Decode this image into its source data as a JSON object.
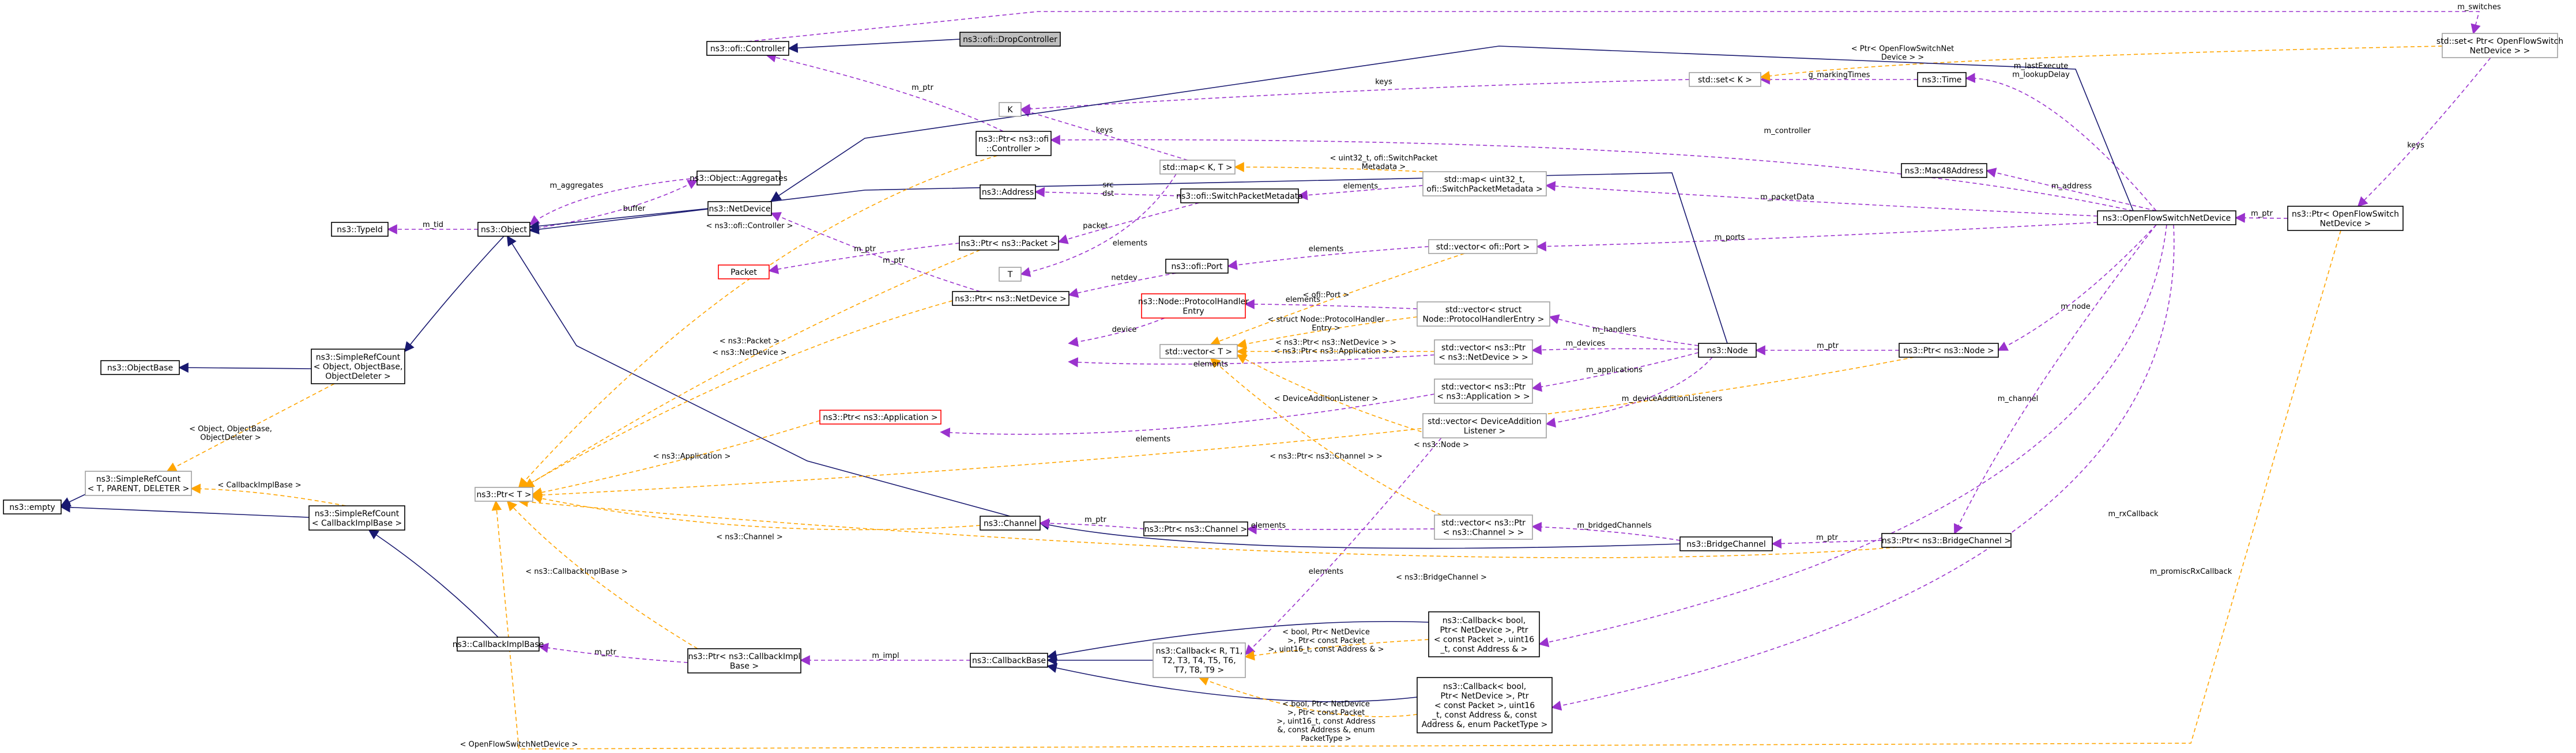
{
  "nodes": [
    {
      "id": "drop",
      "lines": [
        "ns3::ofi::DropController"
      ],
      "style": "sel"
    },
    {
      "id": "controller",
      "lines": [
        "ns3::ofi::Controller"
      ],
      "style": "black"
    },
    {
      "id": "ptr_controller",
      "lines": [
        "ns3::Ptr< ns3::ofi",
        "::Controller >"
      ],
      "style": "black"
    },
    {
      "id": "K",
      "lines": [
        "K"
      ],
      "style": "gray"
    },
    {
      "id": "map",
      "lines": [
        "std::map< K, T >"
      ],
      "style": "gray"
    },
    {
      "id": "address",
      "lines": [
        "ns3::Address"
      ],
      "style": "black"
    },
    {
      "id": "spm",
      "lines": [
        "ns3::ofi::SwitchPacketMetadata"
      ],
      "style": "black"
    },
    {
      "id": "aggregates",
      "lines": [
        "ns3::Object::Aggregates"
      ],
      "style": "black"
    },
    {
      "id": "netdevice",
      "lines": [
        "ns3::NetDevice"
      ],
      "style": "black"
    },
    {
      "id": "typeid",
      "lines": [
        "ns3::TypeId"
      ],
      "style": "black"
    },
    {
      "id": "object",
      "lines": [
        "ns3::Object"
      ],
      "style": "black"
    },
    {
      "id": "ptr_packet",
      "lines": [
        "ns3::Ptr< ns3::Packet >"
      ],
      "style": "black"
    },
    {
      "id": "packet",
      "lines": [
        "Packet"
      ],
      "style": "red"
    },
    {
      "id": "T",
      "lines": [
        "T"
      ],
      "style": "gray"
    },
    {
      "id": "ofiport",
      "lines": [
        "ns3::ofi::Port"
      ],
      "style": "black"
    },
    {
      "id": "protohandler",
      "lines": [
        "ns3::Node::ProtocolHandler",
        "Entry"
      ],
      "style": "red"
    },
    {
      "id": "ptr_netdevice",
      "lines": [
        "ns3::Ptr< ns3::NetDevice >"
      ],
      "style": "black"
    },
    {
      "id": "vectorT",
      "lines": [
        "std::vector< T >"
      ],
      "style": "gray"
    },
    {
      "id": "objectbase",
      "lines": [
        "ns3::ObjectBase"
      ],
      "style": "black"
    },
    {
      "id": "srcountobj",
      "lines": [
        "ns3::SimpleRefCount",
        "< Object, ObjectBase,",
        "ObjectDeleter >"
      ],
      "style": "black"
    },
    {
      "id": "srcount_t",
      "lines": [
        "ns3::SimpleRefCount",
        "< T, PARENT, DELETER >"
      ],
      "style": "gray"
    },
    {
      "id": "empty",
      "lines": [
        "ns3::empty"
      ],
      "style": "black"
    },
    {
      "id": "srcount_cb",
      "lines": [
        "ns3::SimpleRefCount",
        "< CallbackImplBase >"
      ],
      "style": "black"
    },
    {
      "id": "ptrT",
      "lines": [
        "ns3::Ptr< T >"
      ],
      "style": "gray"
    },
    {
      "id": "ptr_app",
      "lines": [
        "ns3::Ptr< ns3::Application >"
      ],
      "style": "red"
    },
    {
      "id": "channel",
      "lines": [
        "ns3::Channel"
      ],
      "style": "black"
    },
    {
      "id": "ptr_channel",
      "lines": [
        "ns3::Ptr< ns3::Channel >"
      ],
      "style": "black"
    },
    {
      "id": "cbimplbase",
      "lines": [
        "ns3::CallbackImplBase"
      ],
      "style": "black"
    },
    {
      "id": "ptr_cbimpl",
      "lines": [
        "ns3::Ptr< ns3::CallbackImpl",
        "Base >"
      ],
      "style": "black"
    },
    {
      "id": "cbbase",
      "lines": [
        "ns3::CallbackBase"
      ],
      "style": "black"
    },
    {
      "id": "cb_t",
      "lines": [
        "ns3::Callback< R, T1,",
        "T2, T3, T4, T5, T6,",
        "T7, T8, T9 >"
      ],
      "style": "gray"
    },
    {
      "id": "set",
      "lines": [
        "std::set< K >"
      ],
      "style": "gray"
    },
    {
      "id": "time",
      "lines": [
        "ns3::Time"
      ],
      "style": "black"
    },
    {
      "id": "setptr",
      "lines": [
        "std::set< Ptr< OpenFlowSwitch",
        "NetDevice > >"
      ],
      "style": "gray"
    },
    {
      "id": "mac48",
      "lines": [
        "ns3::Mac48Address"
      ],
      "style": "black"
    },
    {
      "id": "ofswitch",
      "lines": [
        "ns3::OpenFlowSwitchNetDevice"
      ],
      "style": "black"
    },
    {
      "id": "ptr_ofswitch",
      "lines": [
        "ns3::Ptr< OpenFlowSwitch",
        "NetDevice >"
      ],
      "style": "black"
    },
    {
      "id": "mapuint",
      "lines": [
        "std::map< uint32_t,",
        "ofi::SwitchPacketMetadata >"
      ],
      "style": "gray"
    },
    {
      "id": "vecport",
      "lines": [
        "std::vector< ofi::Port >"
      ],
      "style": "gray"
    },
    {
      "id": "vecphe",
      "lines": [
        "std::vector< struct",
        "Node::ProtocolHandlerEntry >"
      ],
      "style": "gray"
    },
    {
      "id": "vecnd",
      "lines": [
        "std::vector< ns3::Ptr",
        "< ns3::NetDevice > >"
      ],
      "style": "gray"
    },
    {
      "id": "vecapp",
      "lines": [
        "std::vector< ns3::Ptr",
        "< ns3::Application > >"
      ],
      "style": "gray"
    },
    {
      "id": "vecdal",
      "lines": [
        "std::vector< DeviceAddition",
        "Listener >"
      ],
      "style": "gray"
    },
    {
      "id": "node",
      "lines": [
        "ns3::Node"
      ],
      "style": "black"
    },
    {
      "id": "ptr_node",
      "lines": [
        "ns3::Ptr< ns3::Node >"
      ],
      "style": "black"
    },
    {
      "id": "vecch",
      "lines": [
        "std::vector< ns3::Ptr",
        "< ns3::Channel > >"
      ],
      "style": "gray"
    },
    {
      "id": "bridgech",
      "lines": [
        "ns3::BridgeChannel"
      ],
      "style": "black"
    },
    {
      "id": "ptr_bridgech",
      "lines": [
        "ns3::Ptr< ns3::BridgeChannel >"
      ],
      "style": "black"
    },
    {
      "id": "cb_rx",
      "lines": [
        "ns3::Callback< bool,",
        "Ptr< NetDevice >, Ptr",
        "< const Packet >, uint16",
        "_t, const Address & >"
      ],
      "style": "black"
    },
    {
      "id": "cb_prom",
      "lines": [
        "ns3::Callback< bool,",
        "Ptr< NetDevice >, Ptr",
        "< const Packet >, uint16",
        "_t, const Address &, const",
        "Address &, enum PacketType >"
      ],
      "style": "black"
    }
  ],
  "edges": [
    {
      "from": "drop",
      "to": "controller",
      "kind": "inherit",
      "labels": []
    },
    {
      "from": "controller",
      "to": "setptr",
      "kind": "member",
      "labels": [
        "m_switches"
      ]
    },
    {
      "from": "ptr_controller",
      "to": "controller",
      "kind": "member",
      "labels": [
        "m_ptr"
      ]
    },
    {
      "from": "ofswitch",
      "to": "ptr_controller",
      "kind": "member",
      "labels": [
        "m_controller"
      ]
    },
    {
      "from": "map",
      "to": "K",
      "kind": "member",
      "labels": [
        "keys"
      ]
    },
    {
      "from": "set",
      "to": "K",
      "kind": "member",
      "labels": [
        "keys"
      ]
    },
    {
      "from": "map",
      "to": "spm",
      "kind": "template",
      "labels": [
        "< uint32_t, ofi::SwitchPacket",
        "Metadata >"
      ]
    },
    {
      "from": "spm",
      "to": "address",
      "kind": "member",
      "labels": [
        "src",
        "dst"
      ]
    },
    {
      "from": "spm",
      "to": "ptr_packet",
      "kind": "member",
      "labels": [
        "packet"
      ]
    },
    {
      "from": "map",
      "to": "T",
      "kind": "member",
      "labels": [
        "elements"
      ]
    },
    {
      "from": "mapuint",
      "to": "spm",
      "kind": "member",
      "labels": [
        "elements"
      ]
    },
    {
      "from": "ofswitch",
      "to": "mapuint",
      "kind": "member",
      "labels": [
        "m_packetData"
      ]
    },
    {
      "from": "ofswitch",
      "to": "mac48",
      "kind": "member",
      "labels": [
        "m_address"
      ]
    },
    {
      "from": "ofswitch",
      "to": "time",
      "kind": "member",
      "labels": [
        "m_lastExecute",
        "m_lookupDelay"
      ]
    },
    {
      "from": "time",
      "to": "set",
      "kind": "member",
      "labels": [
        "g_markingTimes"
      ]
    },
    {
      "from": "setptr",
      "to": "ptr_ofswitch",
      "kind": "member",
      "labels": [
        "keys"
      ]
    },
    {
      "from": "set",
      "to": "setptr",
      "kind": "template",
      "labels": [
        "< Ptr< OpenFlowSwitchNet",
        "Device > >"
      ]
    },
    {
      "from": "ptr_ofswitch",
      "to": "ofswitch",
      "kind": "member",
      "labels": [
        "m_ptr"
      ]
    },
    {
      "from": "ofswitch",
      "to": "vecport",
      "kind": "member",
      "labels": [
        "m_ports"
      ]
    },
    {
      "from": "vecport",
      "to": "ofiport",
      "kind": "member",
      "labels": [
        "elements"
      ]
    },
    {
      "from": "vecT_port",
      "to": "",
      "kind": "none",
      "labels": []
    },
    {
      "from": "ofiport",
      "to": "ptr_netdevice",
      "kind": "member",
      "labels": [
        "netdev"
      ]
    },
    {
      "from": "ofswitch",
      "to": "ptr_node",
      "kind": "member",
      "labels": [
        "m_node"
      ]
    },
    {
      "from": "ofswitch",
      "to": "ptr_bridgech",
      "kind": "member",
      "labels": [
        "m_channel"
      ]
    },
    {
      "from": "ofswitch",
      "to": "cb_rx",
      "kind": "member",
      "labels": [
        "m_rxCallback"
      ]
    },
    {
      "from": "ofswitch",
      "to": "cb_prom",
      "kind": "member",
      "labels": [
        "m_promiscRxCallback"
      ]
    },
    {
      "from": "aggregates",
      "to": "object",
      "kind": "member",
      "labels": [
        "m_aggregates"
      ]
    },
    {
      "from": "object",
      "to": "aggregates",
      "kind": "member",
      "labels": [
        "buffer"
      ]
    },
    {
      "from": "object",
      "to": "typeid",
      "kind": "member",
      "labels": [
        "m_tid"
      ]
    },
    {
      "from": "netdevice",
      "to": "object",
      "kind": "inherit",
      "labels": []
    },
    {
      "from": "ofswitch",
      "to": "netdevice",
      "kind": "inherit",
      "labels": []
    },
    {
      "from": "node",
      "to": "object",
      "kind": "inherit",
      "labels": []
    },
    {
      "from": "channel",
      "to": "object",
      "kind": "inherit",
      "labels": []
    },
    {
      "from": "bridgech",
      "to": "channel",
      "kind": "inherit",
      "labels": []
    },
    {
      "from": "ptr_packet",
      "to": "packet",
      "kind": "member",
      "labels": [
        "m_ptr"
      ]
    },
    {
      "from": "ptr_netdevice",
      "to": "netdevice",
      "kind": "member",
      "labels": [
        "m_ptr"
      ]
    },
    {
      "from": "protohandler",
      "to": "ptr_netdevice",
      "kind": "member",
      "labels": [
        "device"
      ]
    },
    {
      "from": "vecphe",
      "to": "protohandler",
      "kind": "member",
      "labels": [
        "elements"
      ]
    },
    {
      "from": "node",
      "to": "vecphe",
      "kind": "member",
      "labels": [
        "m_handlers"
      ]
    },
    {
      "from": "node",
      "to": "vecnd",
      "kind": "member",
      "labels": [
        "m_devices"
      ]
    },
    {
      "from": "node",
      "to": "vecapp",
      "kind": "member",
      "labels": [
        "m_applications"
      ]
    },
    {
      "from": "node",
      "to": "vecdal",
      "kind": "member",
      "labels": [
        "m_deviceAdditionListeners"
      ]
    },
    {
      "from": "ptr_node",
      "to": "node",
      "kind": "member",
      "labels": [
        "m_ptr"
      ]
    },
    {
      "from": "vecnd",
      "to": "ptr_netdevice",
      "kind": "member",
      "labels": [
        "elements"
      ]
    },
    {
      "from": "vecapp",
      "to": "ptr_app",
      "kind": "member",
      "labels": [
        "elements"
      ]
    },
    {
      "from": "vecdal",
      "to": "cb_t",
      "kind": "member",
      "labels": [
        "elements"
      ]
    },
    {
      "from": "vecch",
      "to": "ptr_channel",
      "kind": "member",
      "labels": [
        "elements"
      ]
    },
    {
      "from": "bridgech",
      "to": "vecch",
      "kind": "member",
      "labels": [
        "m_bridgedChannels"
      ]
    },
    {
      "from": "ptr_bridgech",
      "to": "bridgech",
      "kind": "member",
      "labels": [
        "m_ptr"
      ]
    },
    {
      "from": "ptr_channel",
      "to": "channel",
      "kind": "member",
      "labels": [
        "m_ptr"
      ]
    },
    {
      "from": "srcountobj",
      "to": "objectbase",
      "kind": "inherit",
      "labels": []
    },
    {
      "from": "object",
      "to": "srcountobj",
      "kind": "inherit",
      "labels": []
    },
    {
      "from": "srcountobj",
      "to": "srcount_t",
      "kind": "template",
      "labels": [
        "< Object, ObjectBase,",
        "ObjectDeleter >"
      ]
    },
    {
      "from": "srcount_t",
      "to": "empty",
      "kind": "inherit",
      "labels": []
    },
    {
      "from": "srcount_cb",
      "to": "empty",
      "kind": "inherit",
      "labels": []
    },
    {
      "from": "srcount_cb",
      "to": "srcount_t",
      "kind": "template",
      "labels": [
        "< CallbackImplBase >"
      ]
    },
    {
      "from": "cbimplbase",
      "to": "srcount_cb",
      "kind": "inherit",
      "labels": []
    },
    {
      "from": "ptr_cbimpl",
      "to": "cbimplbase",
      "kind": "member",
      "labels": [
        "m_ptr"
      ]
    },
    {
      "from": "cbbase",
      "to": "ptr_cbimpl",
      "kind": "member",
      "labels": [
        "m_impl"
      ]
    },
    {
      "from": "cb_t",
      "to": "cbbase",
      "kind": "inherit",
      "labels": []
    },
    {
      "from": "cb_rx",
      "to": "cbbase",
      "kind": "inherit",
      "labels": []
    },
    {
      "from": "cb_prom",
      "to": "cbbase",
      "kind": "inherit",
      "labels": []
    },
    {
      "from": "cb_rx",
      "to": "cb_t",
      "kind": "template",
      "labels": [
        "< bool, Ptr< NetDevice",
        ">, Ptr< const Packet",
        ">, uint16_t, const Address & >"
      ]
    },
    {
      "from": "cb_prom",
      "to": "cb_t",
      "kind": "template",
      "labels": [
        "< bool, Ptr< NetDevice",
        ">, Ptr< const Packet",
        ">, uint16_t, const Address",
        "&, const Address &, enum",
        "PacketType >"
      ]
    },
    {
      "from": "vecport",
      "to": "vectorT",
      "kind": "template",
      "labels": [
        "< ofi::Port >"
      ]
    },
    {
      "from": "vecphe",
      "to": "vectorT",
      "kind": "template",
      "labels": [
        "< struct Node::ProtocolHandler",
        "Entry >"
      ]
    },
    {
      "from": "vecnd",
      "to": "vectorT",
      "kind": "template",
      "labels": [
        "< ns3::Ptr< ns3::NetDevice > >",
        "< ns3::Ptr< ns3::Application > >"
      ]
    },
    {
      "from": "vecdal",
      "to": "vectorT",
      "kind": "template",
      "labels": [
        "< DeviceAdditionListener >"
      ]
    },
    {
      "from": "vecch",
      "to": "vectorT",
      "kind": "template",
      "labels": [
        "< ns3::Ptr< ns3::Channel > >"
      ]
    },
    {
      "from": "ptr_controller",
      "to": "ptrT",
      "kind": "template",
      "labels": [
        "< ns3::ofi::Controller >"
      ]
    },
    {
      "from": "ptr_packet",
      "to": "ptrT",
      "kind": "template",
      "labels": [
        "< ns3::Packet >"
      ]
    },
    {
      "from": "ptr_netdevice",
      "to": "ptrT",
      "kind": "template",
      "labels": [
        "< ns3::NetDevice >"
      ]
    },
    {
      "from": "ptr_app",
      "to": "ptrT",
      "kind": "template",
      "labels": [
        "< ns3::Application >"
      ]
    },
    {
      "from": "ptr_node",
      "to": "ptrT",
      "kind": "template",
      "labels": [
        "< ns3::Node >"
      ]
    },
    {
      "from": "ptr_channel",
      "to": "ptrT",
      "kind": "template",
      "labels": [
        "< ns3::Channel >"
      ]
    },
    {
      "from": "ptr_bridgech",
      "to": "ptrT",
      "kind": "template",
      "labels": [
        "< ns3::BridgeChannel >"
      ]
    },
    {
      "from": "ptr_cbimpl",
      "to": "ptrT",
      "kind": "template",
      "labels": [
        "< ns3::CallbackImplBase >"
      ]
    },
    {
      "from": "ptr_ofswitch",
      "to": "ptrT",
      "kind": "template",
      "labels": [
        "< OpenFlowSwitchNetDevice >"
      ]
    }
  ],
  "colors": {
    "inherit": "#191970",
    "member": "#9a32cd",
    "template": "#ffa500",
    "node_border": "#000000",
    "node_gray": "#a0a0a0",
    "node_red": "#ff0000",
    "selected_fill": "#bfbfbf"
  }
}
